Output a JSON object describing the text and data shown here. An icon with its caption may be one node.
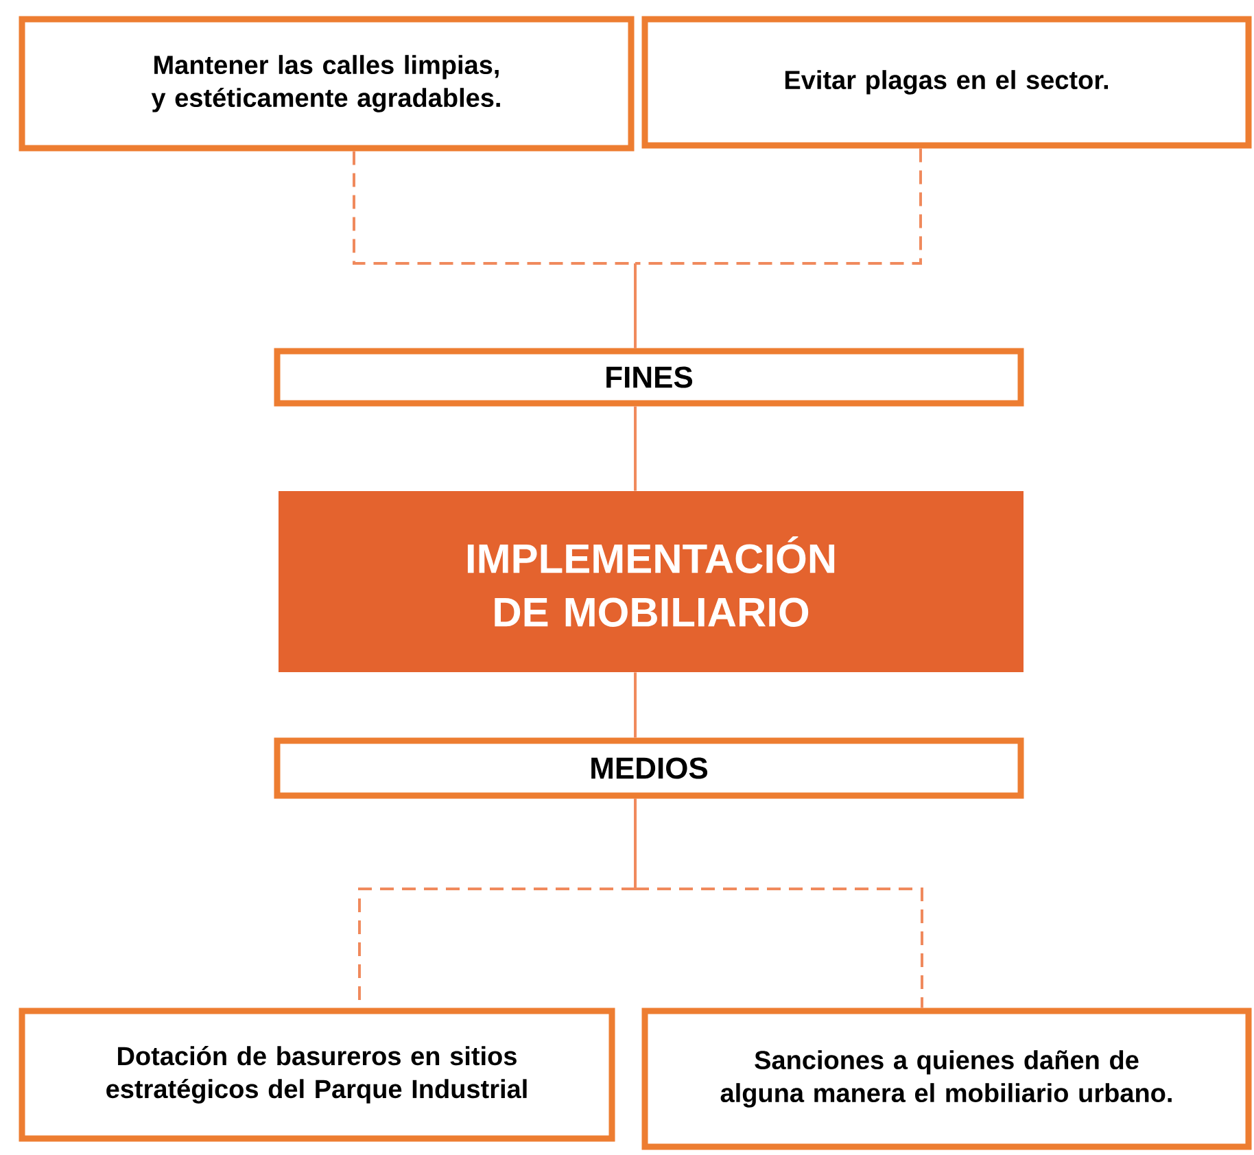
{
  "diagram": {
    "nodes": [
      {
        "text": [
          "Mantener las calles limpias, y estéticamente agradables."
        ]
      },
      {
        "text": [
          "Evitar plagas en el sector."
        ]
      },
      {
        "text": [
          "FINES"
        ]
      },
      {
        "text": [
          "IMPLEMENTACIÓN DE MOBILIARIO"
        ]
      },
      {
        "text": [
          "MEDIOS"
        ]
      },
      {
        "text": [
          "Dotación de basureros en sitios estratégicos del Parque Industrial"
        ]
      },
      {
        "text": [
          "Sanciones a quienes dañen de alguna manera el mobiliario urbano."
        ]
      }
    ],
    "edges": [
      {
        "from": 0,
        "to": 2,
        "arrow": "none",
        "style": "dashed"
      },
      {
        "from": 1,
        "to": 2,
        "arrow": "none",
        "style": "dashed"
      },
      {
        "from": 2,
        "to": 3,
        "arrow": "none"
      },
      {
        "from": 3,
        "to": 4,
        "arrow": "none"
      },
      {
        "from": 4,
        "to": 5,
        "arrow": "none",
        "style": "dashed"
      },
      {
        "from": 4,
        "to": 6,
        "arrow": "none",
        "style": "dashed"
      }
    ]
  }
}
